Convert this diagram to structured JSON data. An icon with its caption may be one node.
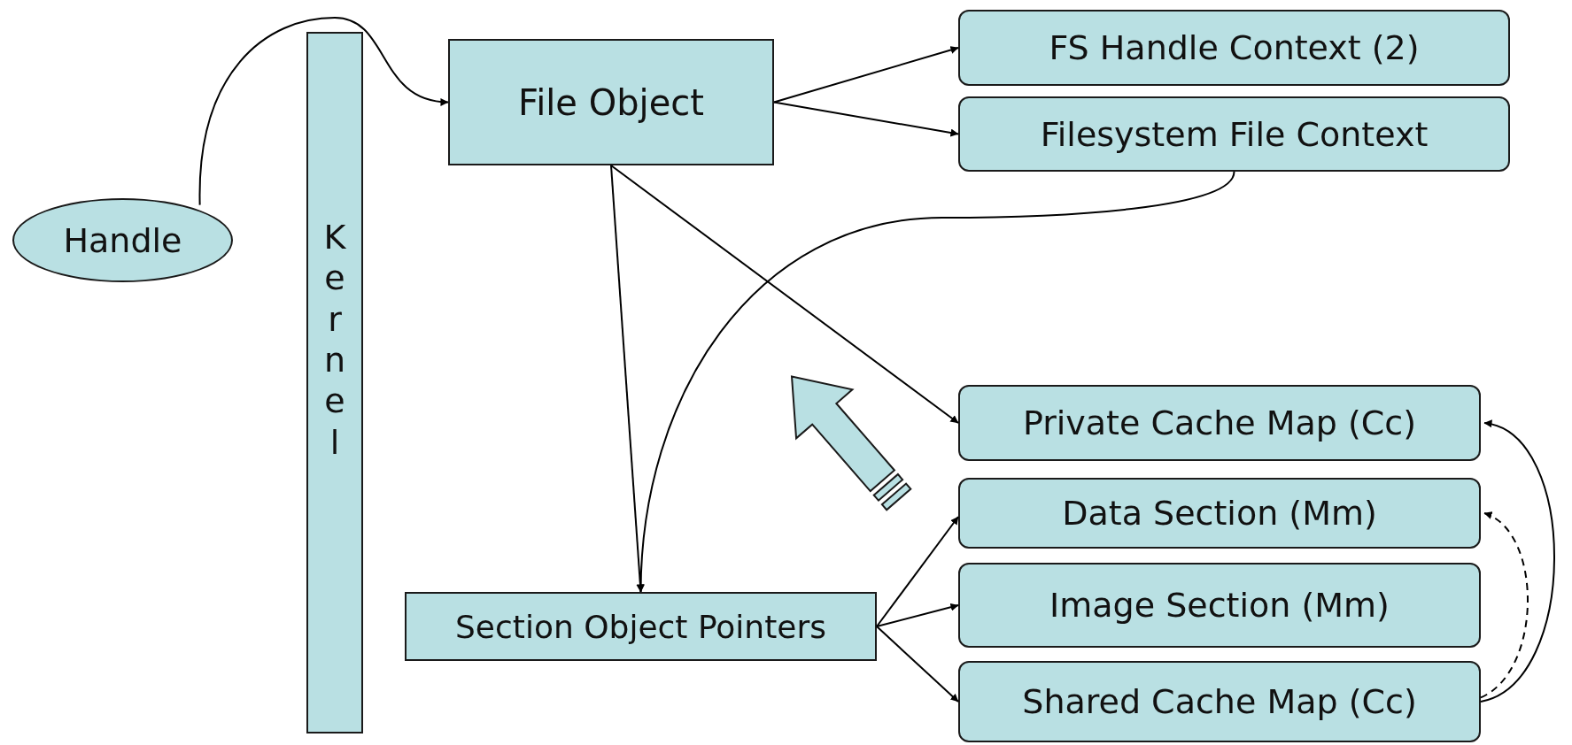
{
  "diagram": {
    "nodes": [
      {
        "text": [
          "Handle"
        ]
      },
      {
        "text": [
          "Kernel"
        ]
      },
      {
        "text": [
          "File Object"
        ]
      },
      {
        "text": [
          "FS Handle Context (2)"
        ]
      },
      {
        "text": [
          "Filesystem File Context"
        ]
      },
      {
        "text": [
          "Private Cache Map (Cc)"
        ]
      },
      {
        "text": [
          "Data Section (Mm)"
        ]
      },
      {
        "text": [
          "Image Section (Mm)"
        ]
      },
      {
        "text": [
          "Shared Cache Map (Cc)"
        ]
      },
      {
        "text": [
          "Section Object Pointers"
        ]
      }
    ],
    "edges": [
      {
        "from": 0,
        "to": 2,
        "arrow": "to"
      },
      {
        "from": 2,
        "to": 3,
        "arrow": "to"
      },
      {
        "from": 2,
        "to": 4,
        "arrow": "to"
      },
      {
        "from": 2,
        "to": 5,
        "arrow": "to"
      },
      {
        "from": 2,
        "to": 9,
        "arrow": "to"
      },
      {
        "from": 4,
        "to": 9,
        "arrow": "to"
      },
      {
        "from": 9,
        "to": 6,
        "arrow": "to"
      },
      {
        "from": 9,
        "to": 7,
        "arrow": "to"
      },
      {
        "from": 9,
        "to": 8,
        "arrow": "to"
      },
      {
        "from": 8,
        "to": 5,
        "arrow": "to"
      },
      {
        "from": 8,
        "to": 6,
        "arrow": "to",
        "style": "dashed"
      }
    ]
  }
}
